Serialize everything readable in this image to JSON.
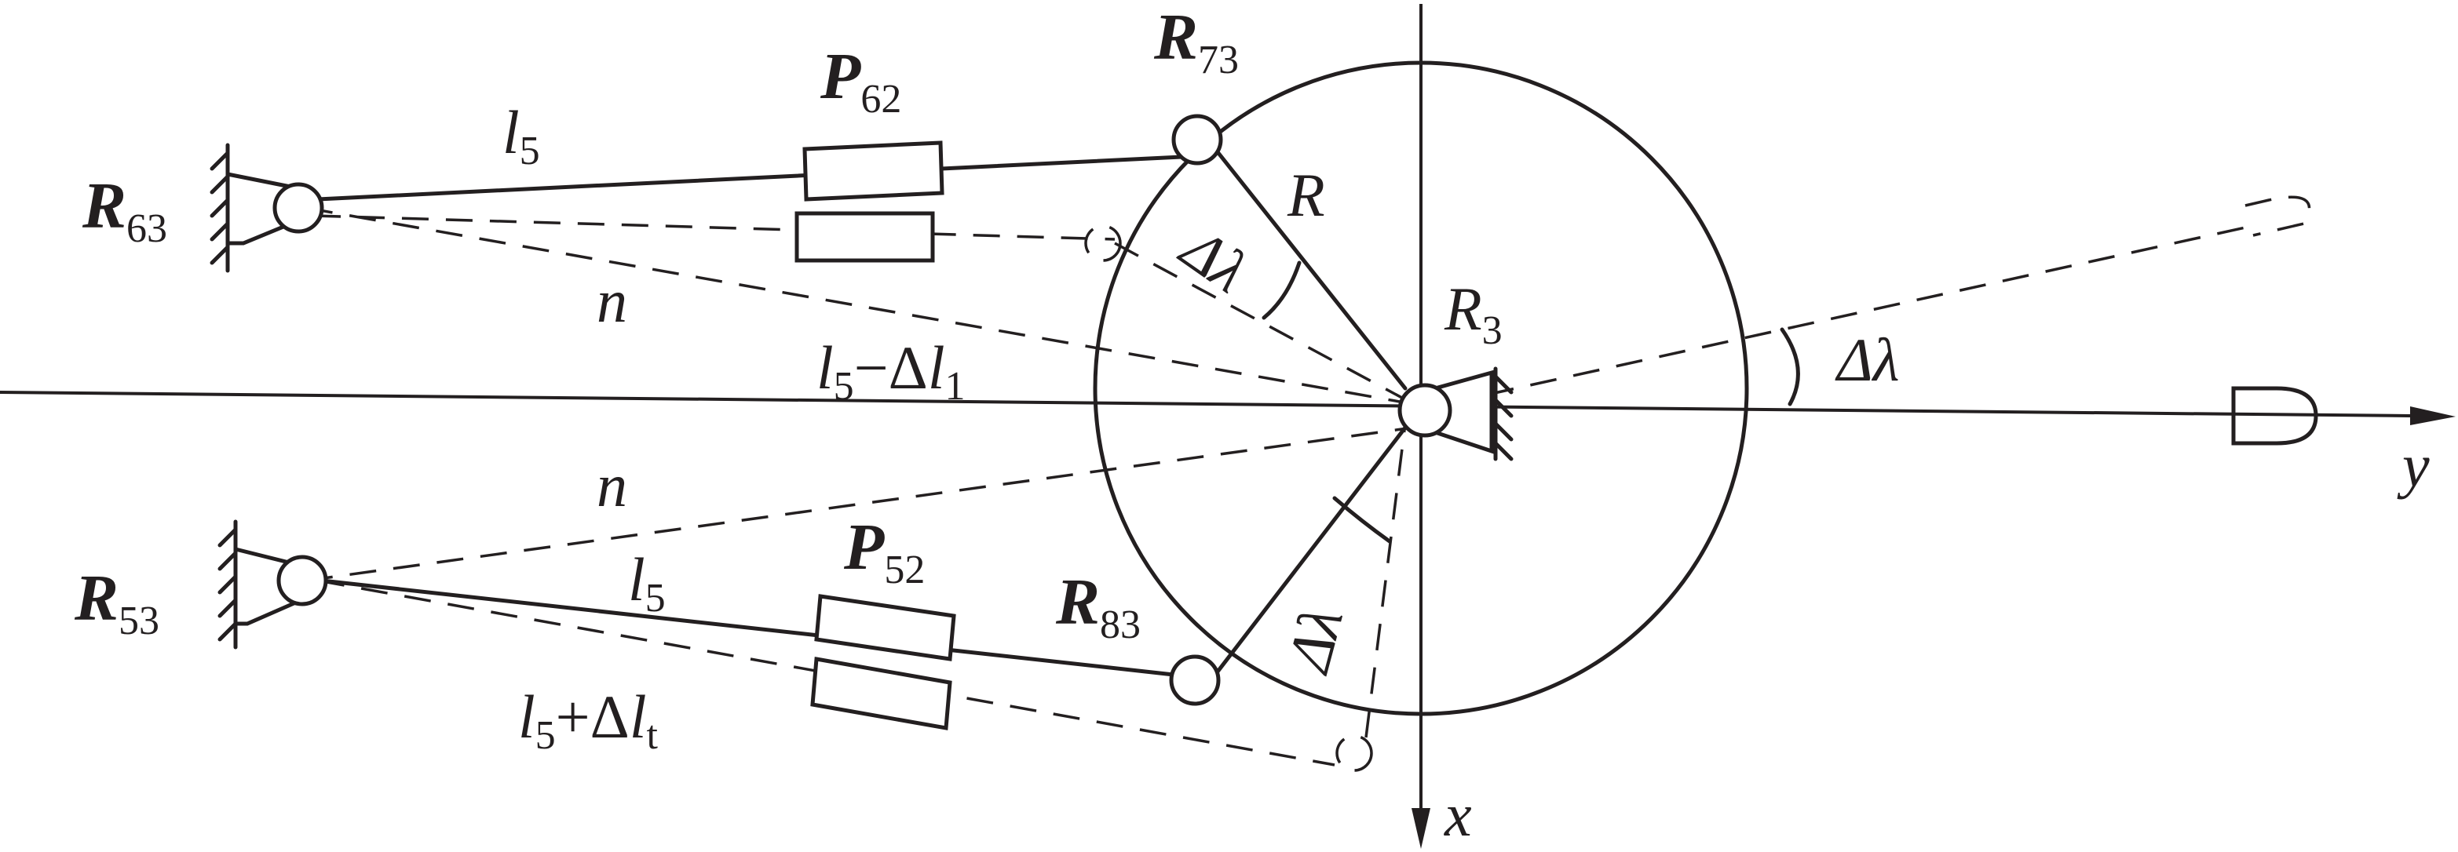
{
  "labels": {
    "r63_main": "R",
    "r63_sub": "63",
    "r53_main": "R",
    "r53_sub": "53",
    "r73_main": "R",
    "r73_sub": "73",
    "r83_main": "R",
    "r83_sub": "83",
    "p62_main": "P",
    "p62_sub": "62",
    "p52_main": "P",
    "p52_sub": "52",
    "r3_main": "R",
    "r3_sub": "3",
    "radius": "R",
    "l5_top_main": "l",
    "l5_top_sub": "5",
    "l5_bottom_main": "l",
    "l5_bottom_sub": "5",
    "n_top": "n",
    "n_bottom": "n",
    "l5_minus_main": "l",
    "l5_minus_sub": "5",
    "l5_minus_op": "−Δ",
    "l5_minus_l": "l",
    "l5_minus_sub2": "1",
    "l5_plus_main": "l",
    "l5_plus_sub": "5",
    "l5_plus_op": "+Δ",
    "l5_plus_l": "l",
    "l5_plus_sub2": "t",
    "dlambda_top": "Δλ",
    "dlambda_bottom": "Δλ",
    "dlambda_right": "Δλ",
    "axis_x": "x",
    "axis_y": "y"
  }
}
